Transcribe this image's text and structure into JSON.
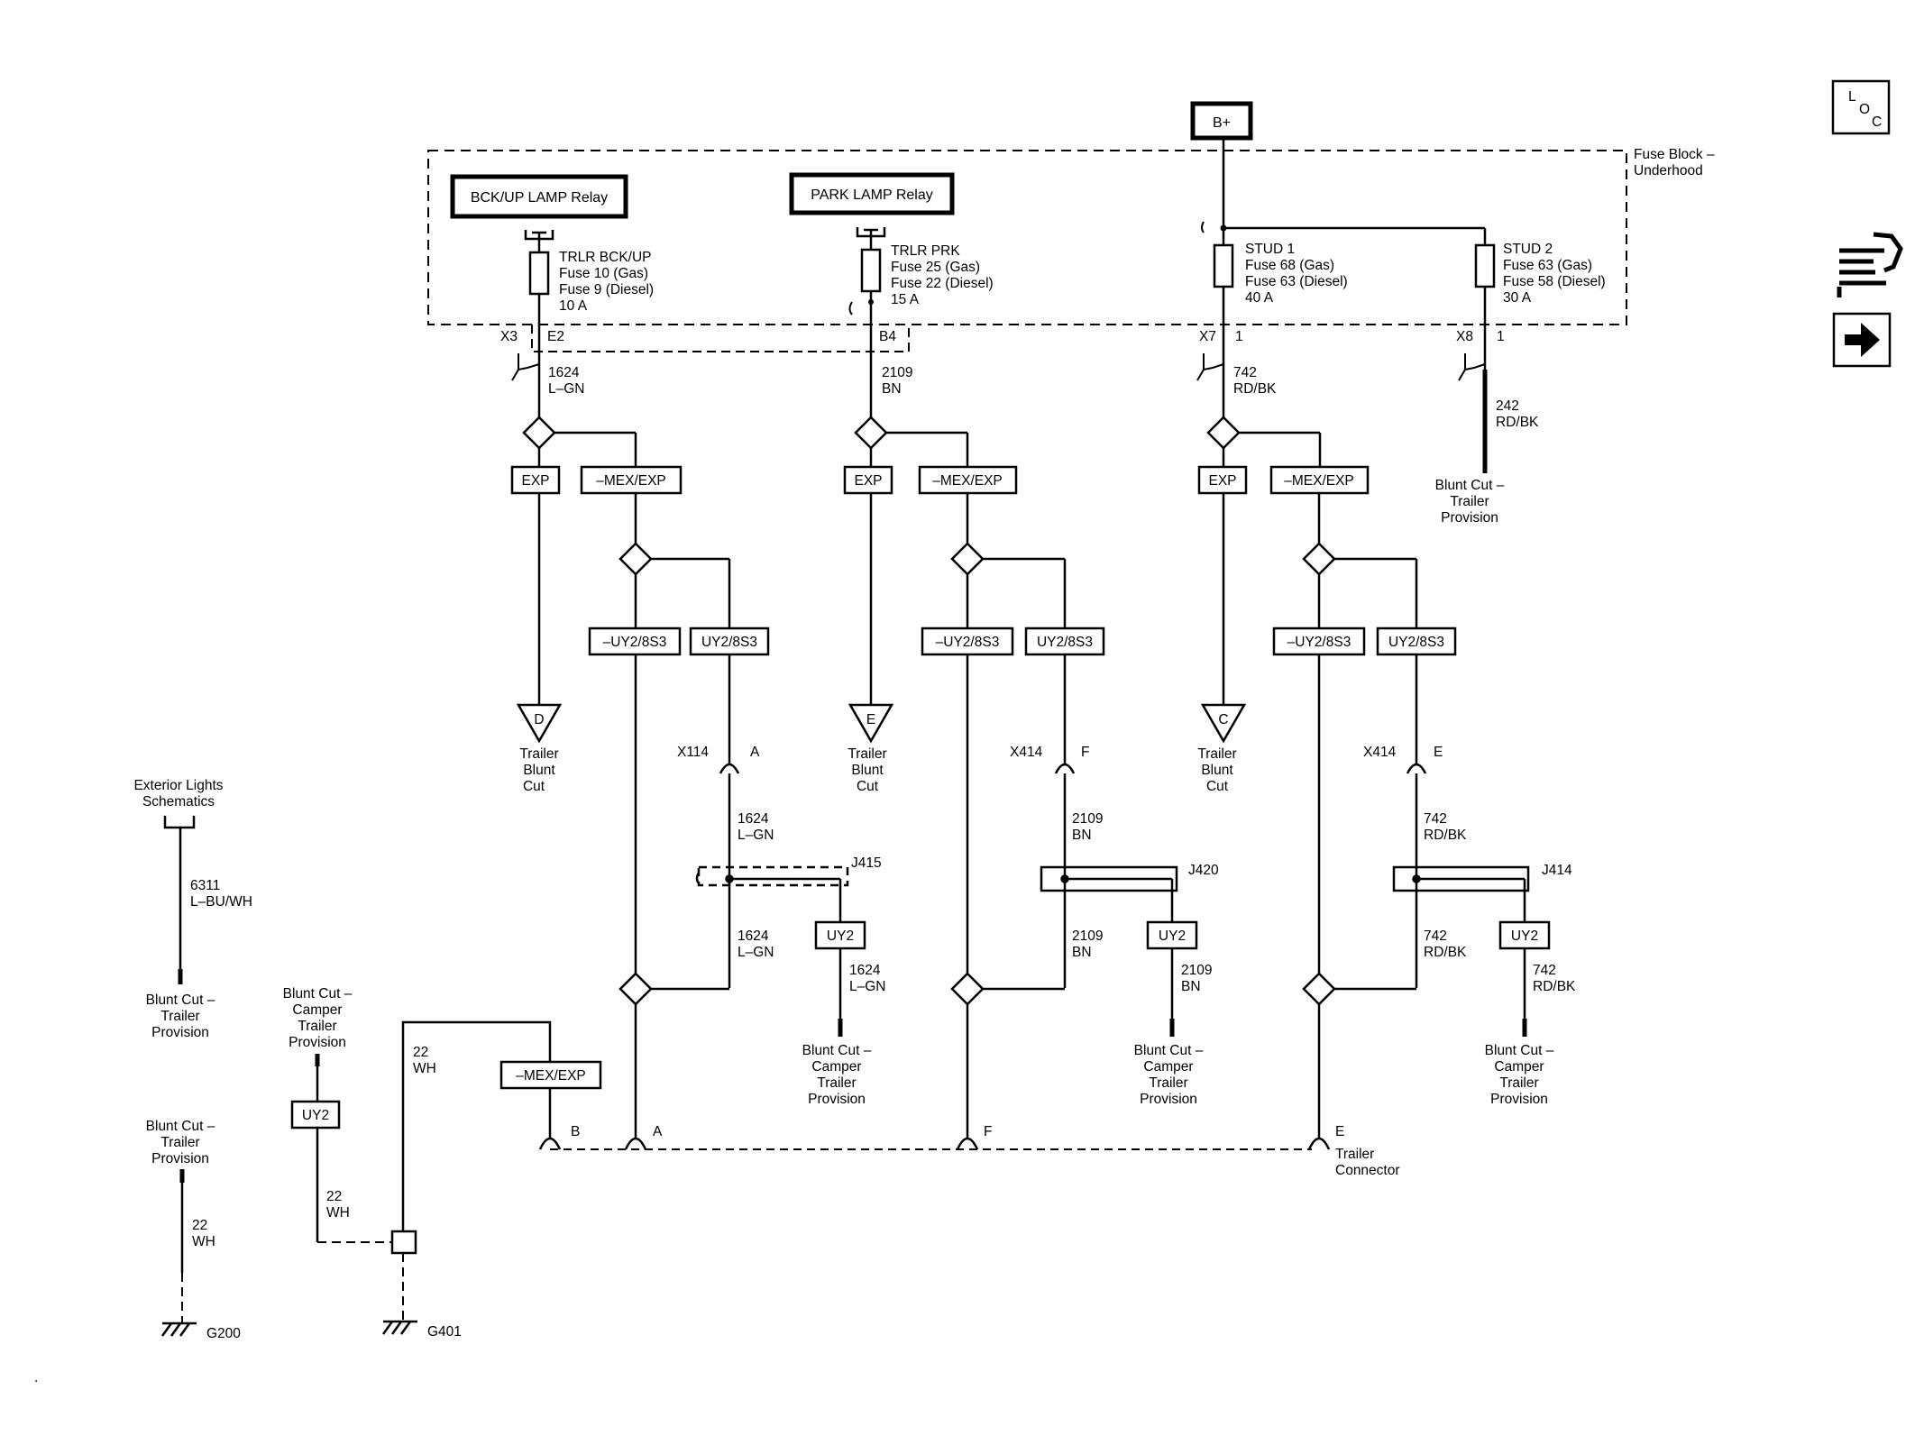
{
  "nav": {
    "loc_l": "L",
    "loc_o": "O",
    "loc_c": "C",
    "loc_icon": "loc-icon",
    "connector_icon": "connector-wrench-icon",
    "next_icon": "arrow-right-icon"
  },
  "supply": {
    "bplus": "B+"
  },
  "fuse_block": {
    "line1": "Fuse Block –",
    "line2": "Underhood"
  },
  "relays": {
    "bckup": "BCK/UP LAMP Relay",
    "park": "PARK LAMP Relay"
  },
  "fuses": {
    "f1": {
      "l1": "TRLR BCK/UP",
      "l2": "Fuse 10 (Gas)",
      "l3": "Fuse 9 (Diesel)",
      "l4": "10 A"
    },
    "f2": {
      "l1": "TRLR PRK",
      "l2": "Fuse 25 (Gas)",
      "l3": "Fuse 22 (Diesel)",
      "l4": "15 A"
    },
    "f3": {
      "l1": "STUD 1",
      "l2": "Fuse 68 (Gas)",
      "l3": "Fuse 63 (Diesel)",
      "l4": "40 A"
    },
    "f4": {
      "l1": "STUD 2",
      "l2": "Fuse 63 (Gas)",
      "l3": "Fuse 58 (Diesel)",
      "l4": "30 A"
    }
  },
  "connectors": {
    "x3": "X3",
    "e2": "E2",
    "b4": "B4",
    "x7": "X7",
    "x8": "X8",
    "one": "1",
    "x114": "X114",
    "x414": "X414",
    "pa": "A",
    "pf": "F",
    "pe": "E"
  },
  "wires": {
    "w1624": "1624",
    "lgn": "L–GN",
    "w2109": "2109",
    "bn": "BN",
    "w742": "742",
    "rdbk": "RD/BK",
    "w242": "242",
    "w6311": "6311",
    "lbuwh": "L–BU/WH",
    "w22": "22",
    "wh": "WH"
  },
  "options": {
    "exp": "EXP",
    "mexexp": "–MEX/EXP",
    "nuy2": "–UY2/8S3",
    "uy2s": "UY2/8S3",
    "uy2": "UY2"
  },
  "blunt_trailer": {
    "l1": "Trailer",
    "l2": "Blunt",
    "l3": "Cut"
  },
  "off_page": {
    "d": "D",
    "e": "E",
    "c": "C"
  },
  "blunt_provision": {
    "l1": "Blunt Cut –",
    "l2": "Trailer",
    "l3": "Provision"
  },
  "blunt_camper": {
    "l1": "Blunt Cut –",
    "l2": "Camper",
    "l3": "Trailer",
    "l4": "Provision"
  },
  "splices": {
    "j415": "J415",
    "j420": "J420",
    "j414": "J414"
  },
  "exterior": {
    "l1": "Exterior Lights",
    "l2": "Schematics"
  },
  "trailer_connector": {
    "pins": {
      "b": "B",
      "a": "A",
      "f": "F",
      "e": "E"
    },
    "l1": "Trailer",
    "l2": "Connector"
  },
  "grounds": {
    "g200": "G200",
    "g401": "G401"
  }
}
